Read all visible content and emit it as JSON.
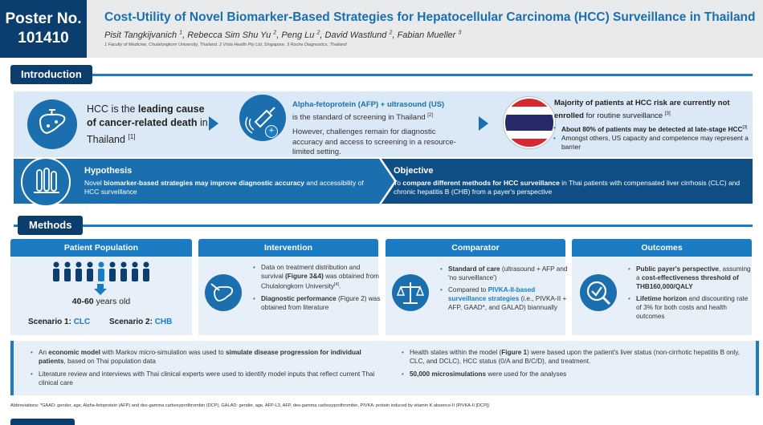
{
  "poster": {
    "line1": "Poster No.",
    "line2": "101410"
  },
  "title": "Cost-Utility of Novel Biomarker-Based Strategies for Hepatocellular Carcinoma (HCC) Surveillance in Thailand",
  "authors": [
    {
      "name": "Pisit Tangkijvanich",
      "sup": "1",
      "sep": ", "
    },
    {
      "name": "Rebecca Sim Shu Yu",
      "sup": "2",
      "sep": ", "
    },
    {
      "name": "Peng Lu",
      "sup": "2",
      "sep": ", "
    },
    {
      "name": "David Wastlund",
      "sup": "2",
      "sep": ", "
    },
    {
      "name": "Fabian Mueller",
      "sup": "3",
      "sep": ""
    }
  ],
  "affiliations": "1 Faculty of Medicine, Chulalongkorn University, Thailand. 2 Vista Health Pty Ltd, Singapore. 3 Roche Diagnostics, Thailand",
  "sections": {
    "introduction": "Introduction",
    "methods": "Methods"
  },
  "intro": {
    "col1": {
      "pre": "HCC is the ",
      "bold": "leading cause of cancer-related death",
      "post": " in Thailand ",
      "ref": "[1]"
    },
    "col2": {
      "heading": "Alpha-fetoprotein (AFP) + ultrasound (US)",
      "line1": "is the standard of screening in Thailand ",
      "ref": "[2]",
      "line2": "However, challenges remain for diagnostic accuracy and access to screening in a resource-limited setting."
    },
    "col3": {
      "bold1": "Majority of patients at HCC risk are currently not enrolled",
      "rest": " for routine surveillance ",
      "ref": "[3]",
      "bullet1": "About 80% of patients may be detected at late-stage HCC",
      "bullet1_ref": "[3]",
      "bullet2": "Amongst others, US capacity and competence may represent a barrier"
    }
  },
  "hypothesis": {
    "heading": "Hypothesis",
    "pre": "Novel ",
    "bold1": "biomarker-based strategies may improve diagnostic accuracy",
    "post": " and accessibility of HCC surveillance"
  },
  "objective": {
    "heading": "Objective",
    "pre": "To ",
    "bold1": "compare different methods for HCC surveillance",
    "post": " in Thai patients with compensated liver cirrhosis (CLC) and chronic hepatitis B (CHB) from a payer's perspective"
  },
  "methods": {
    "population": {
      "heading": "Patient Population",
      "age_bold": "40-60",
      "age_rest": " years old",
      "s1_label": "Scenario 1: ",
      "s1_value": "CLC",
      "s2_label": "Scenario 2: ",
      "s2_value": "CHB"
    },
    "intervention": {
      "heading": "Intervention",
      "b1_pre": "Data on treatment distribution and survival ",
      "b1_bold": "(Figure 3&4)",
      "b1_post": " was obtained from Chulalongkorn University",
      "b1_ref": "[4]",
      "b1_end": ".",
      "b2_bold": "Diagnostic performance",
      "b2_post": " (Figure 2) was obtained from literature"
    },
    "comparator": {
      "heading": "Comparator",
      "b1_bold": "Standard of care",
      "b1_post": " (ultrasound + AFP and 'no surveillance')",
      "b2_pre": "Compared to ",
      "b2_bold": "PIVKA-II-based surveillance strategies",
      "b2_post": " (i.e., PIVKA-II + AFP, GAAD*, and GALAD) biannually"
    },
    "outcomes": {
      "heading": "Outcomes",
      "b1_bold": "Public payer's perspective",
      "b1_mid": ", assuming a ",
      "b1_bold2": "cost-effectiveness threshold of THB160,000/QALY",
      "b2_bold": "Lifetime horizon",
      "b2_post": " and discounting rate of 3% for both costs and health outcomes"
    }
  },
  "model": {
    "l1_pre": "An ",
    "l1_bold": "economic model",
    "l1_mid": " with Markov micro-simulation was used to ",
    "l1_bold2": "simulate disease progression for individual patients",
    "l1_post": ", based on Thai population data",
    "l2": "Literature review and interviews with Thai clinical experts were used to identify model inputs that reflect current Thai clinical care",
    "r1_pre": "Health states within the model (",
    "r1_bold": "Figure 1",
    "r1_post": ") were based upon the patient's liver status (non-cirrhotic hepatitis B only, CLC, and DCLC), HCC status (0/A and B/C/D), and treatment.",
    "r2_bold": "50,000 microsimulations",
    "r2_post": " were used for the analyses"
  },
  "abbreviations": "Abbreviations: *GAAD: gender, age, Alpha-fetoprotein (AFP) and des-gamma carboxyprothrombin (DCP), GALAD: gender, age, AFP-L3, AFP, des-gamma carboxyprothrombin, PIVKA: protein induced by vitamin K absence-II (PIVKA-II [DCP])",
  "colors": {
    "navy": "#0b3d6e",
    "blue": "#1b7cc4",
    "light_blue": "#dbe9f6",
    "title_blue": "#1a6fb0"
  }
}
